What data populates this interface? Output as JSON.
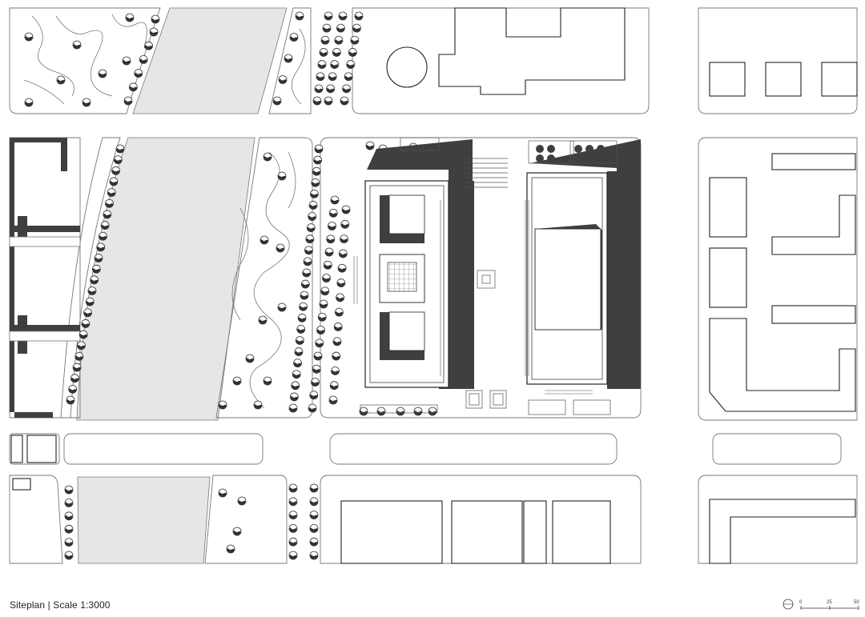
{
  "caption": {
    "title": "Siteplan",
    "separator": " | ",
    "scale_text": "Scale 1:3000"
  },
  "scale_bar": {
    "labels": [
      "0",
      "25",
      "50"
    ],
    "north_icon": "north-arrow-icon"
  },
  "colors": {
    "background": "#ffffff",
    "line": "#555555",
    "building_shadow": "#3f3f3f",
    "water": "#e6e6e6"
  }
}
